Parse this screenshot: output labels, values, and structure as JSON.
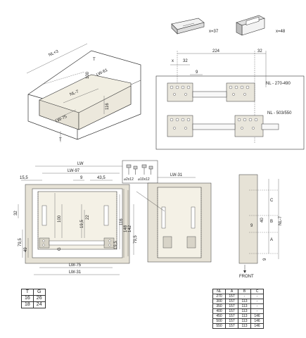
{
  "accessories": {
    "qty_a": "x=37",
    "qty_b": "x=48"
  },
  "cabinet_3d": {
    "labels": [
      "NL+3",
      "T",
      "LW-61",
      "100",
      "NL-7",
      "116",
      "LW-75",
      "T"
    ]
  },
  "drawer_detail": {
    "dim_224": "224",
    "dim_32_top": "32",
    "dim_x": "x",
    "dim_32": "32",
    "dim_9": "9",
    "note_top": "NL - 270-490",
    "note_bottom": "NL - 503/550"
  },
  "front_view": {
    "lw": "LW",
    "lw_97": "LW-97",
    "dim_9": "9",
    "dim_43_5": "43,5",
    "dim_15_5": "15,5",
    "dim_32": "32",
    "dim_100": "100",
    "dim_116": "116",
    "dim_79_5": "79,5",
    "dim_49": "49",
    "dim_g": "G",
    "dim_19_5": "19,5",
    "lw_75": "LW-75",
    "lw_31": "LW-31",
    "dim_22": "22",
    "dim_148": "148",
    "dim_142": "142",
    "dim_79_5b": "79,5",
    "dim_19_5b": "19,5"
  },
  "screws": {
    "s1": "⌀2x12",
    "s2": "⌀10x12"
  },
  "back_view": {
    "lw_31": "LW-31"
  },
  "side_view": {
    "c": "C",
    "b": "B",
    "a": "A",
    "nl_7": "NL-7",
    "dim_9": "9",
    "dim_40": "40",
    "dim_9b": "9",
    "front": "FRONT"
  },
  "table_tg": {
    "headers": [
      "T",
      "G"
    ],
    "rows": [
      [
        "16",
        "26"
      ],
      [
        "18",
        "24"
      ]
    ]
  },
  "table_nl": {
    "headers": [
      "NL",
      "A",
      "B",
      "C"
    ],
    "rows": [
      [
        "270",
        "157",
        "-",
        "-"
      ],
      [
        "300",
        "157",
        "113",
        "-"
      ],
      [
        "350",
        "157",
        "113",
        "-"
      ],
      [
        "400",
        "157",
        "113",
        "-"
      ],
      [
        "450",
        "157",
        "113",
        "146"
      ],
      [
        "500",
        "157",
        "113",
        "146"
      ],
      [
        "550",
        "157",
        "113",
        "146"
      ]
    ]
  },
  "colors": {
    "panel_fill": "#e6e2d6",
    "drawer_fill": "#f4f1e6",
    "line": "#333333",
    "dim_line": "#555555"
  }
}
